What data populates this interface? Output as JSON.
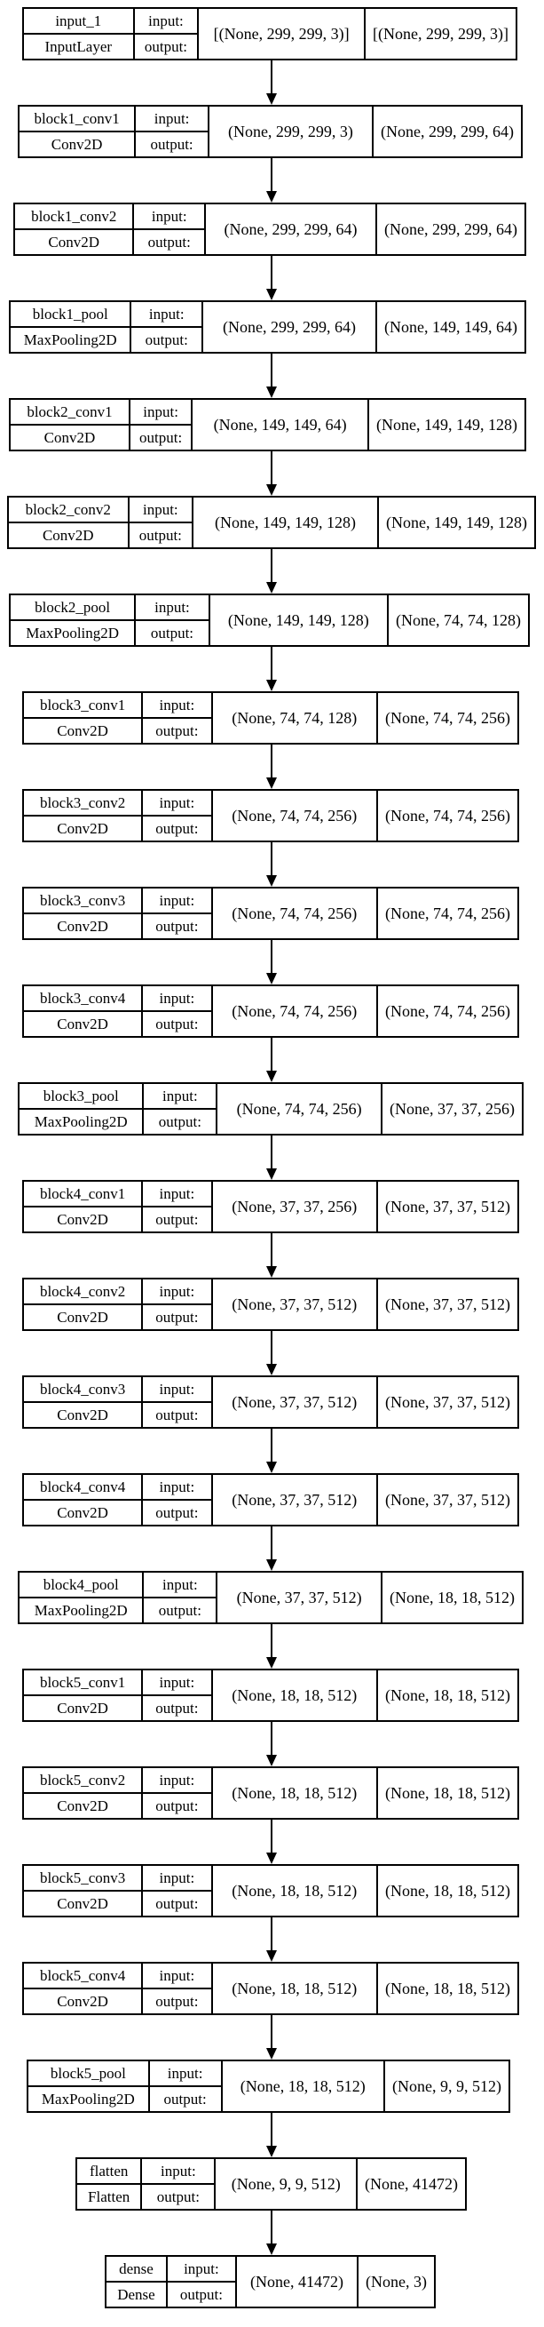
{
  "diagram": {
    "layers": [
      {
        "name": "input_1",
        "type": "InputLayer",
        "input_label": "input:",
        "output_label": "output:",
        "input_shape": "[(None, 299, 299, 3)]",
        "output_shape": "[(None, 299, 299, 3)]"
      },
      {
        "name": "block1_conv1",
        "type": "Conv2D",
        "input_label": "input:",
        "output_label": "output:",
        "input_shape": "(None, 299, 299, 3)",
        "output_shape": "(None, 299, 299, 64)"
      },
      {
        "name": "block1_conv2",
        "type": "Conv2D",
        "input_label": "input:",
        "output_label": "output:",
        "input_shape": "(None, 299, 299, 64)",
        "output_shape": "(None, 299, 299, 64)"
      },
      {
        "name": "block1_pool",
        "type": "MaxPooling2D",
        "input_label": "input:",
        "output_label": "output:",
        "input_shape": "(None, 299, 299, 64)",
        "output_shape": "(None, 149, 149, 64)"
      },
      {
        "name": "block2_conv1",
        "type": "Conv2D",
        "input_label": "input:",
        "output_label": "output:",
        "input_shape": "(None, 149, 149, 64)",
        "output_shape": "(None, 149, 149, 128)"
      },
      {
        "name": "block2_conv2",
        "type": "Conv2D",
        "input_label": "input:",
        "output_label": "output:",
        "input_shape": "(None, 149, 149, 128)",
        "output_shape": "(None, 149, 149, 128)"
      },
      {
        "name": "block2_pool",
        "type": "MaxPooling2D",
        "input_label": "input:",
        "output_label": "output:",
        "input_shape": "(None, 149, 149, 128)",
        "output_shape": "(None, 74, 74, 128)"
      },
      {
        "name": "block3_conv1",
        "type": "Conv2D",
        "input_label": "input:",
        "output_label": "output:",
        "input_shape": "(None, 74, 74, 128)",
        "output_shape": "(None, 74, 74, 256)"
      },
      {
        "name": "block3_conv2",
        "type": "Conv2D",
        "input_label": "input:",
        "output_label": "output:",
        "input_shape": "(None, 74, 74, 256)",
        "output_shape": "(None, 74, 74, 256)"
      },
      {
        "name": "block3_conv3",
        "type": "Conv2D",
        "input_label": "input:",
        "output_label": "output:",
        "input_shape": "(None, 74, 74, 256)",
        "output_shape": "(None, 74, 74, 256)"
      },
      {
        "name": "block3_conv4",
        "type": "Conv2D",
        "input_label": "input:",
        "output_label": "output:",
        "input_shape": "(None, 74, 74, 256)",
        "output_shape": "(None, 74, 74, 256)"
      },
      {
        "name": "block3_pool",
        "type": "MaxPooling2D",
        "input_label": "input:",
        "output_label": "output:",
        "input_shape": "(None, 74, 74, 256)",
        "output_shape": "(None, 37, 37, 256)"
      },
      {
        "name": "block4_conv1",
        "type": "Conv2D",
        "input_label": "input:",
        "output_label": "output:",
        "input_shape": "(None, 37, 37, 256)",
        "output_shape": "(None, 37, 37, 512)"
      },
      {
        "name": "block4_conv2",
        "type": "Conv2D",
        "input_label": "input:",
        "output_label": "output:",
        "input_shape": "(None, 37, 37, 512)",
        "output_shape": "(None, 37, 37, 512)"
      },
      {
        "name": "block4_conv3",
        "type": "Conv2D",
        "input_label": "input:",
        "output_label": "output:",
        "input_shape": "(None, 37, 37, 512)",
        "output_shape": "(None, 37, 37, 512)"
      },
      {
        "name": "block4_conv4",
        "type": "Conv2D",
        "input_label": "input:",
        "output_label": "output:",
        "input_shape": "(None, 37, 37, 512)",
        "output_shape": "(None, 37, 37, 512)"
      },
      {
        "name": "block4_pool",
        "type": "MaxPooling2D",
        "input_label": "input:",
        "output_label": "output:",
        "input_shape": "(None, 37, 37, 512)",
        "output_shape": "(None, 18, 18, 512)"
      },
      {
        "name": "block5_conv1",
        "type": "Conv2D",
        "input_label": "input:",
        "output_label": "output:",
        "input_shape": "(None, 18, 18, 512)",
        "output_shape": "(None, 18, 18, 512)"
      },
      {
        "name": "block5_conv2",
        "type": "Conv2D",
        "input_label": "input:",
        "output_label": "output:",
        "input_shape": "(None, 18, 18, 512)",
        "output_shape": "(None, 18, 18, 512)"
      },
      {
        "name": "block5_conv3",
        "type": "Conv2D",
        "input_label": "input:",
        "output_label": "output:",
        "input_shape": "(None, 18, 18, 512)",
        "output_shape": "(None, 18, 18, 512)"
      },
      {
        "name": "block5_conv4",
        "type": "Conv2D",
        "input_label": "input:",
        "output_label": "output:",
        "input_shape": "(None, 18, 18, 512)",
        "output_shape": "(None, 18, 18, 512)"
      },
      {
        "name": "block5_pool",
        "type": "MaxPooling2D",
        "input_label": "input:",
        "output_label": "output:",
        "input_shape": "(None, 18, 18, 512)",
        "output_shape": "(None, 9, 9, 512)"
      },
      {
        "name": "flatten",
        "type": "Flatten",
        "input_label": "input:",
        "output_label": "output:",
        "input_shape": "(None, 9, 9, 512)",
        "output_shape": "(None, 41472)"
      },
      {
        "name": "dense",
        "type": "Dense",
        "input_label": "input:",
        "output_label": "output:",
        "input_shape": "(None, 41472)",
        "output_shape": "(None, 3)"
      }
    ]
  }
}
